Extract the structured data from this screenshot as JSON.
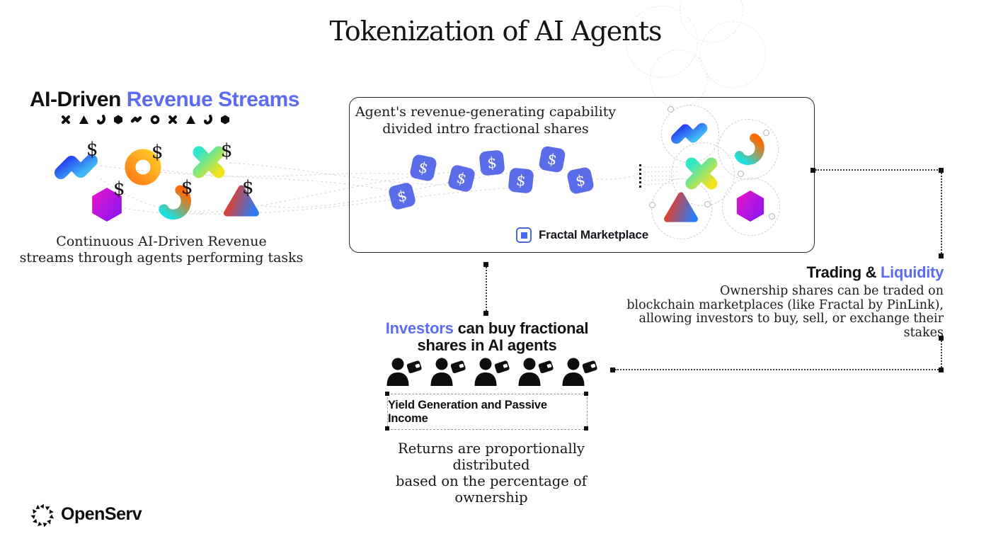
{
  "title": "Tokenization of AI Agents",
  "left_section": {
    "heading_black": "AI-Driven ",
    "heading_blue": "Revenue Streams",
    "icon_names": [
      "x-icon",
      "triangle-icon",
      "hook-icon",
      "hexagon-icon",
      "wave-icon",
      "ring-icon",
      "x-icon",
      "triangle-icon",
      "hook-icon",
      "hexagon-icon"
    ],
    "shape_names": [
      "wave",
      "donut",
      "cross",
      "hexagon",
      "hook",
      "triangle"
    ],
    "dollar": "$",
    "caption_line1": "Continuous AI-Driven Revenue",
    "caption_line2": "streams through agents performing tasks"
  },
  "center_box": {
    "heading_line1": "Agent's revenue-generating capability",
    "heading_line2": "divided intro fractional shares",
    "token_symbol": "$",
    "token_count": 7,
    "marketplace_label": "Fractal Marketplace"
  },
  "trading_section": {
    "heading_black": "Trading & ",
    "heading_blue": "Liquidity",
    "body_line1": "Ownership shares can be traded on",
    "body_line2": "blockchain marketplaces (like Fractal by PinLink),",
    "body_line3": "allowing investors to buy, sell, or exchange their stakes"
  },
  "investors_section": {
    "heading_blue": "Investors",
    "heading_black": " can buy fractional",
    "heading_line2": "shares in AI agents",
    "investor_count": 5,
    "yield_label": "Yield Generation and Passive Income",
    "caption_line1": "Returns are proportionally distributed",
    "caption_line2": "based on the percentage of ownership"
  },
  "footer": {
    "brand": "OpenServ"
  },
  "colors": {
    "accent_blue": "#5b6cf0",
    "token_blue": "#5b6ce8",
    "text": "#111111"
  }
}
